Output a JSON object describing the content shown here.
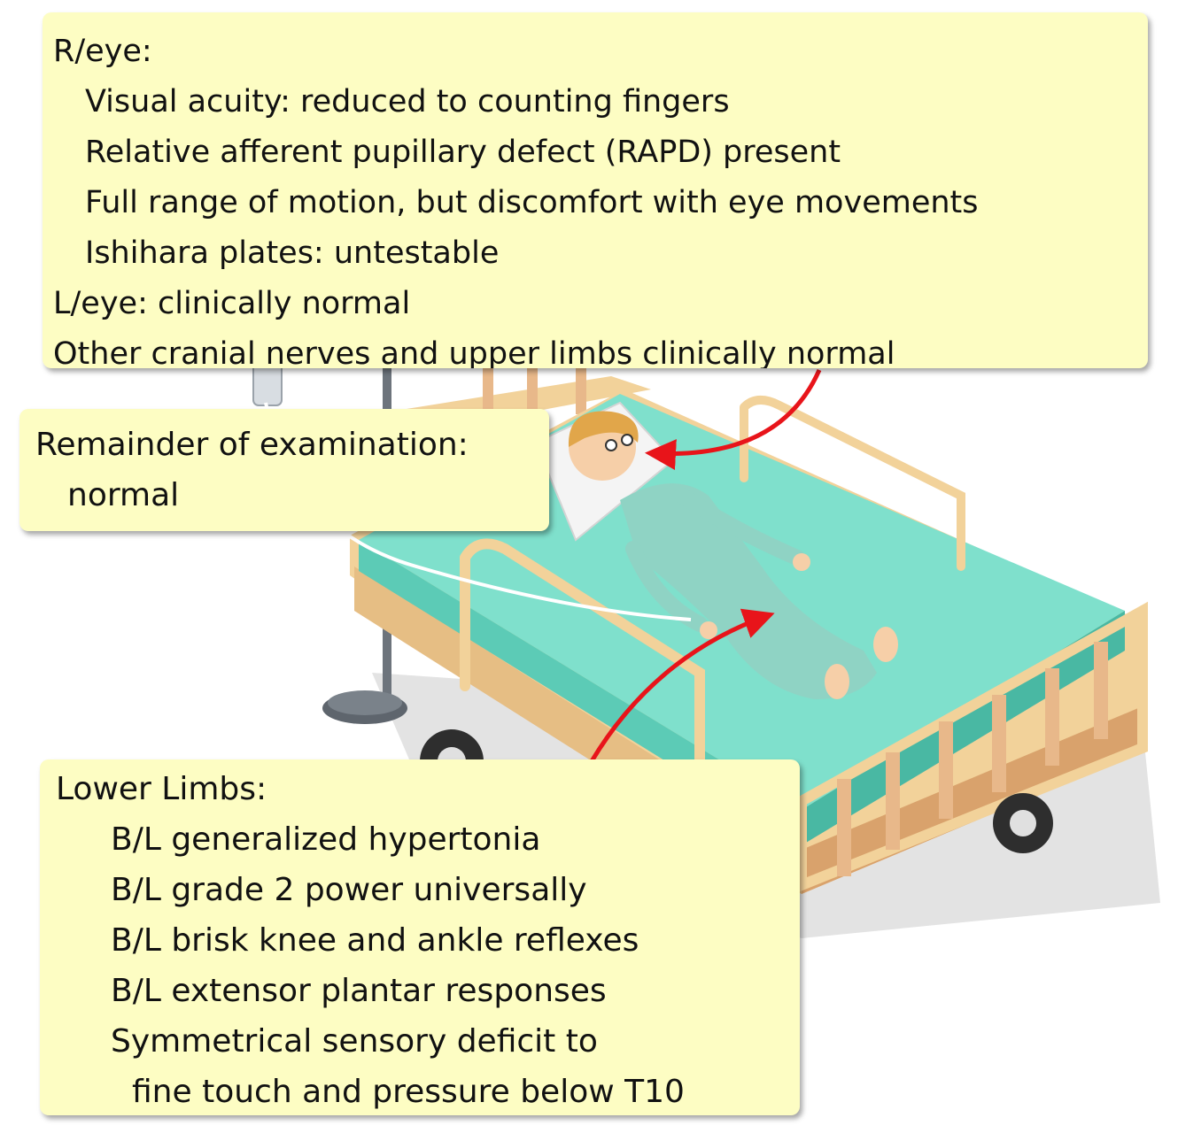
{
  "notes": {
    "top": {
      "lines": [
        "R/eye:",
        "Visual acuity: reduced to counting fingers",
        "Relative afferent pupillary defect (RAPD) present",
        "Full range of motion, but discomfort with eye movements",
        "Ishihara plates: untestable",
        "L/eye: clinically normal",
        "Other cranial nerves and upper limbs clinically normal"
      ]
    },
    "middle": {
      "lines": [
        "Remainder of examination:",
        "normal"
      ]
    },
    "bottom": {
      "lines": [
        "Lower Limbs:",
        "B/L generalized hypertonia",
        "B/L grade 2 power universally",
        "B/L brisk knee and ankle reflexes",
        "B/L extensor plantar responses",
        "Symmetrical sensory deficit to",
        "fine touch and pressure below T10"
      ]
    }
  },
  "colors": {
    "note_background": "#fdfdc3",
    "arrow": "#e8141a",
    "mattress": "#7fe0cc",
    "bed_frame": "#f2d29a",
    "gown": "#8fd3c4"
  },
  "illustration": {
    "subject": "patient-lying-in-hospital-bed",
    "icons": [
      "hospital-bed",
      "iv-stand",
      "patient",
      "pillow",
      "wheel"
    ]
  }
}
